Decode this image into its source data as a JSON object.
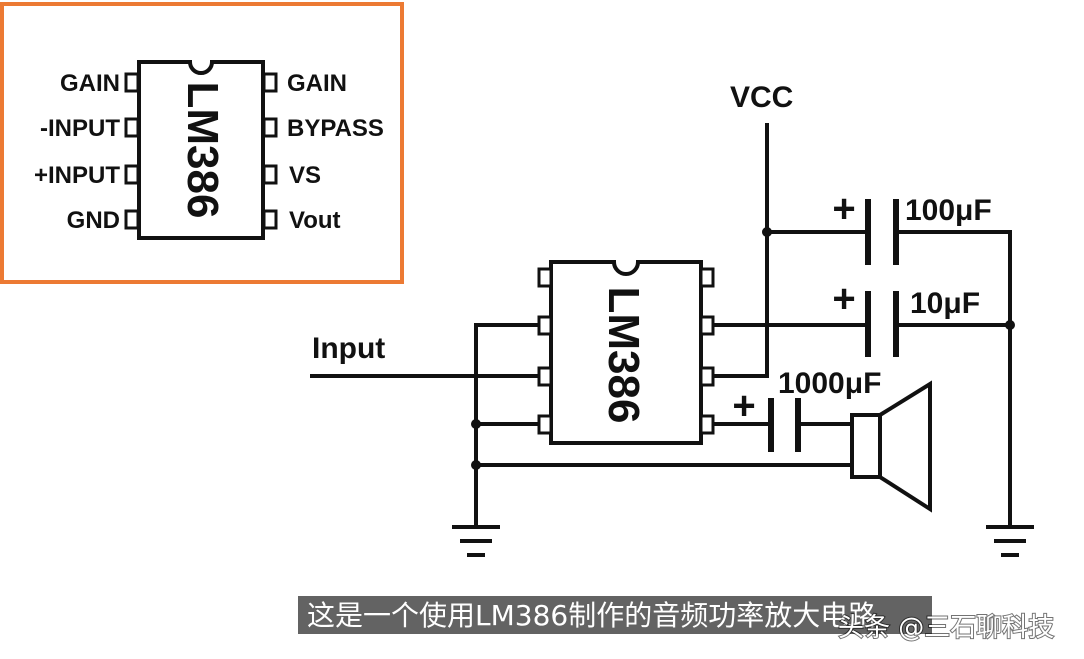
{
  "colors": {
    "ink": "#111111",
    "background": "#ffffff",
    "inset_border": "#ec7a33",
    "subtitle_bg": "#4d4d4d",
    "subtitle_text": "#ffffff"
  },
  "icons": {
    "speaker": "speaker-icon",
    "ground": "ground-icon",
    "junction": "junction-dot-icon"
  },
  "pinout": {
    "chip_label": "LM386",
    "left_pins": [
      "GAIN",
      "-INPUT",
      "+INPUT",
      "GND"
    ],
    "right_pins": [
      "GAIN",
      "BYPASS",
      "VS",
      "Vout"
    ]
  },
  "schematic": {
    "chip_label": "LM386",
    "input_label": "Input",
    "supply_label": "VCC",
    "capacitors": [
      {
        "polarity": "+",
        "value": "100μF"
      },
      {
        "polarity": "+",
        "value": "10μF"
      },
      {
        "polarity": "+",
        "value": "1000μF"
      }
    ]
  },
  "caption": {
    "subtitle": "这是一个使用LM386制作的音频功率放大电路",
    "watermark": "头条 @三石聊科技"
  }
}
